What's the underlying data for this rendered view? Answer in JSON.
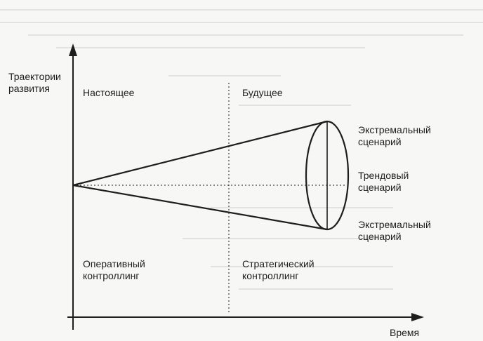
{
  "axes": {
    "y_label": "Траектории\nразвития",
    "x_label": "Время"
  },
  "regions": {
    "present": "Настоящее",
    "future": "Будущее",
    "operational": "Оперативный\nконтроллинг",
    "strategic": "Стратегический\nконтроллинг"
  },
  "scenarios": {
    "upper": "Экстремальный\nсценарий",
    "middle": "Трендовый\nсценарий",
    "lower": "Экстремальный\nсценарий"
  },
  "colors": {
    "ink": "#1e1e1e",
    "background": "#f7f7f5"
  }
}
